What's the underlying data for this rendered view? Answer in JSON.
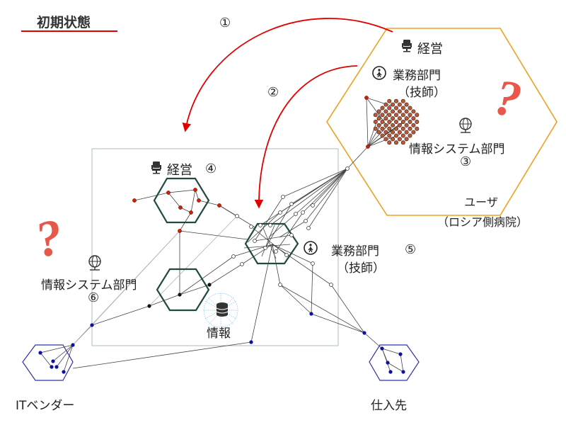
{
  "title": "初期状態",
  "steps": {
    "one": "①",
    "two": "②",
    "three": "③",
    "four": "④",
    "five": "⑤",
    "six": "⑥"
  },
  "labels": {
    "user_mgmt": "経営",
    "user_biz_line1": "業務部門",
    "user_biz_line2": "（技師）",
    "user_is": "情報システム部門",
    "user_name_line1": "ユーザ",
    "user_name_line2": "（ロシア側病院）",
    "mgmt": "経営",
    "biz_line1": "業務部門",
    "biz_line2": "（技師）",
    "is_dept": "情報システム部門",
    "info": "情報",
    "it_vendor": "ITベンダー",
    "supplier": "仕入先"
  },
  "question_mark": "?",
  "icons": {
    "mgmt": "office-chair-icon",
    "biz": "person-icon",
    "is": "globe-network-icon",
    "info": "database-icon"
  },
  "colors": {
    "accent_red": "#e00000",
    "orange_hex": "#f0a020",
    "dark_hex": "#1f4a3f",
    "blue_hex": "#3030b0",
    "box": "#a8bcbc",
    "node_red": "#cc2200",
    "node_brown": "#b85a3a",
    "node_blue": "#1010a0",
    "cyan": "#00a0c8"
  }
}
